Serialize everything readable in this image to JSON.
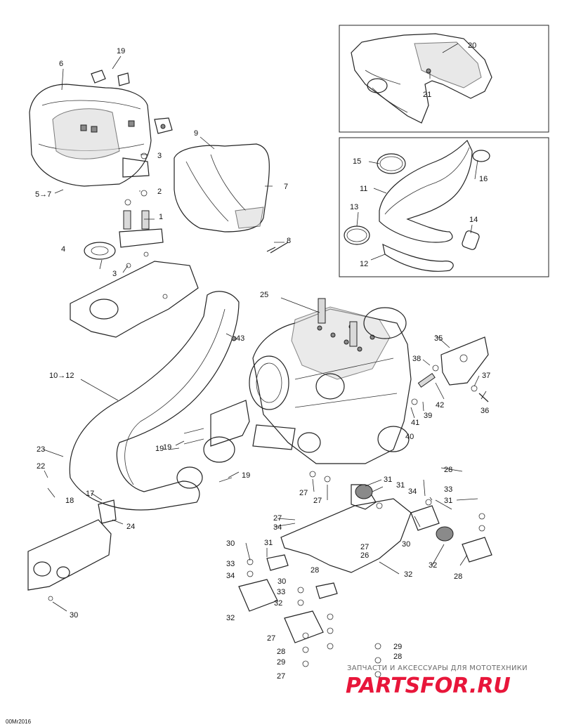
{
  "drawing_code": "00Mr2016",
  "watermark": {
    "line1": "ЗАПЧАСТИ И АКСЕССУАРЫ ДЛЯ МОТОТЕХНИКИ",
    "line2": "PARTSFOR.RU"
  },
  "callouts": [
    "19",
    "6",
    "3",
    "2",
    "5→7",
    "1",
    "4",
    "3",
    "9",
    "7",
    "8",
    "20",
    "21",
    "15",
    "16",
    "11",
    "14",
    "13",
    "12",
    "25",
    "43",
    "10→12",
    "35",
    "38",
    "37",
    "42",
    "36",
    "39",
    "41",
    "40",
    "19",
    "19",
    "19",
    "23",
    "22",
    "18",
    "17",
    "24",
    "30",
    "31",
    "31",
    "27",
    "27",
    "34",
    "28",
    "33",
    "31",
    "27",
    "34",
    "30",
    "31",
    "27",
    "26",
    "32",
    "30",
    "32",
    "28",
    "33",
    "34",
    "30",
    "28",
    "33",
    "32",
    "32",
    "27",
    "28",
    "29",
    "27",
    "28",
    "29"
  ],
  "colors": {
    "line": "#222222",
    "watermark_red": "#e8163a",
    "watermark_grey": "#6b6b6b"
  }
}
